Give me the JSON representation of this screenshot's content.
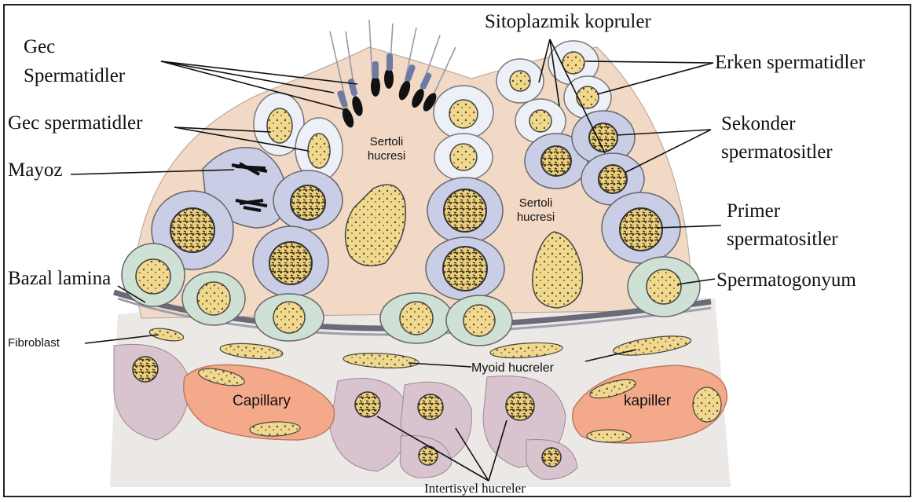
{
  "labels": {
    "gec_spermatidler_1": "Gec",
    "gec_spermatidler_2": "Spermatidler",
    "gec_spermatidler_single": "Gec spermatidler",
    "mayoz": "Mayoz",
    "bazal_lamina": "Bazal lamina",
    "fibroblast": "Fibroblast",
    "capillary": "Capillary",
    "sitoplazmik_kopruler": "Sitoplazmik kopruler",
    "erken_spermatidler": "Erken spermatidler",
    "sekonder_1": "Sekonder",
    "sekonder_2": "spermatositler",
    "primer_1": "Primer",
    "primer_2": "spermatositler",
    "spermatogonyum": "Spermatogonyum",
    "myoid": "Myoid hucreler",
    "kapiller": "kapiller",
    "intertisyel": "Intertisyel hucreler",
    "sertoli_1_a": "Sertoli",
    "sertoli_1_b": "hucresi",
    "sertoli_2_a": "Sertoli",
    "sertoli_2_b": "hucresi"
  },
  "colors": {
    "sertoli_cytoplasm": "#f1d9c6",
    "primary_cell": "#c9cde6",
    "spermatogonium": "#cfe0d4",
    "nucleus": "#f0d98e",
    "capillary": "#f4a98a",
    "interstitial": "#d8c3cf"
  }
}
